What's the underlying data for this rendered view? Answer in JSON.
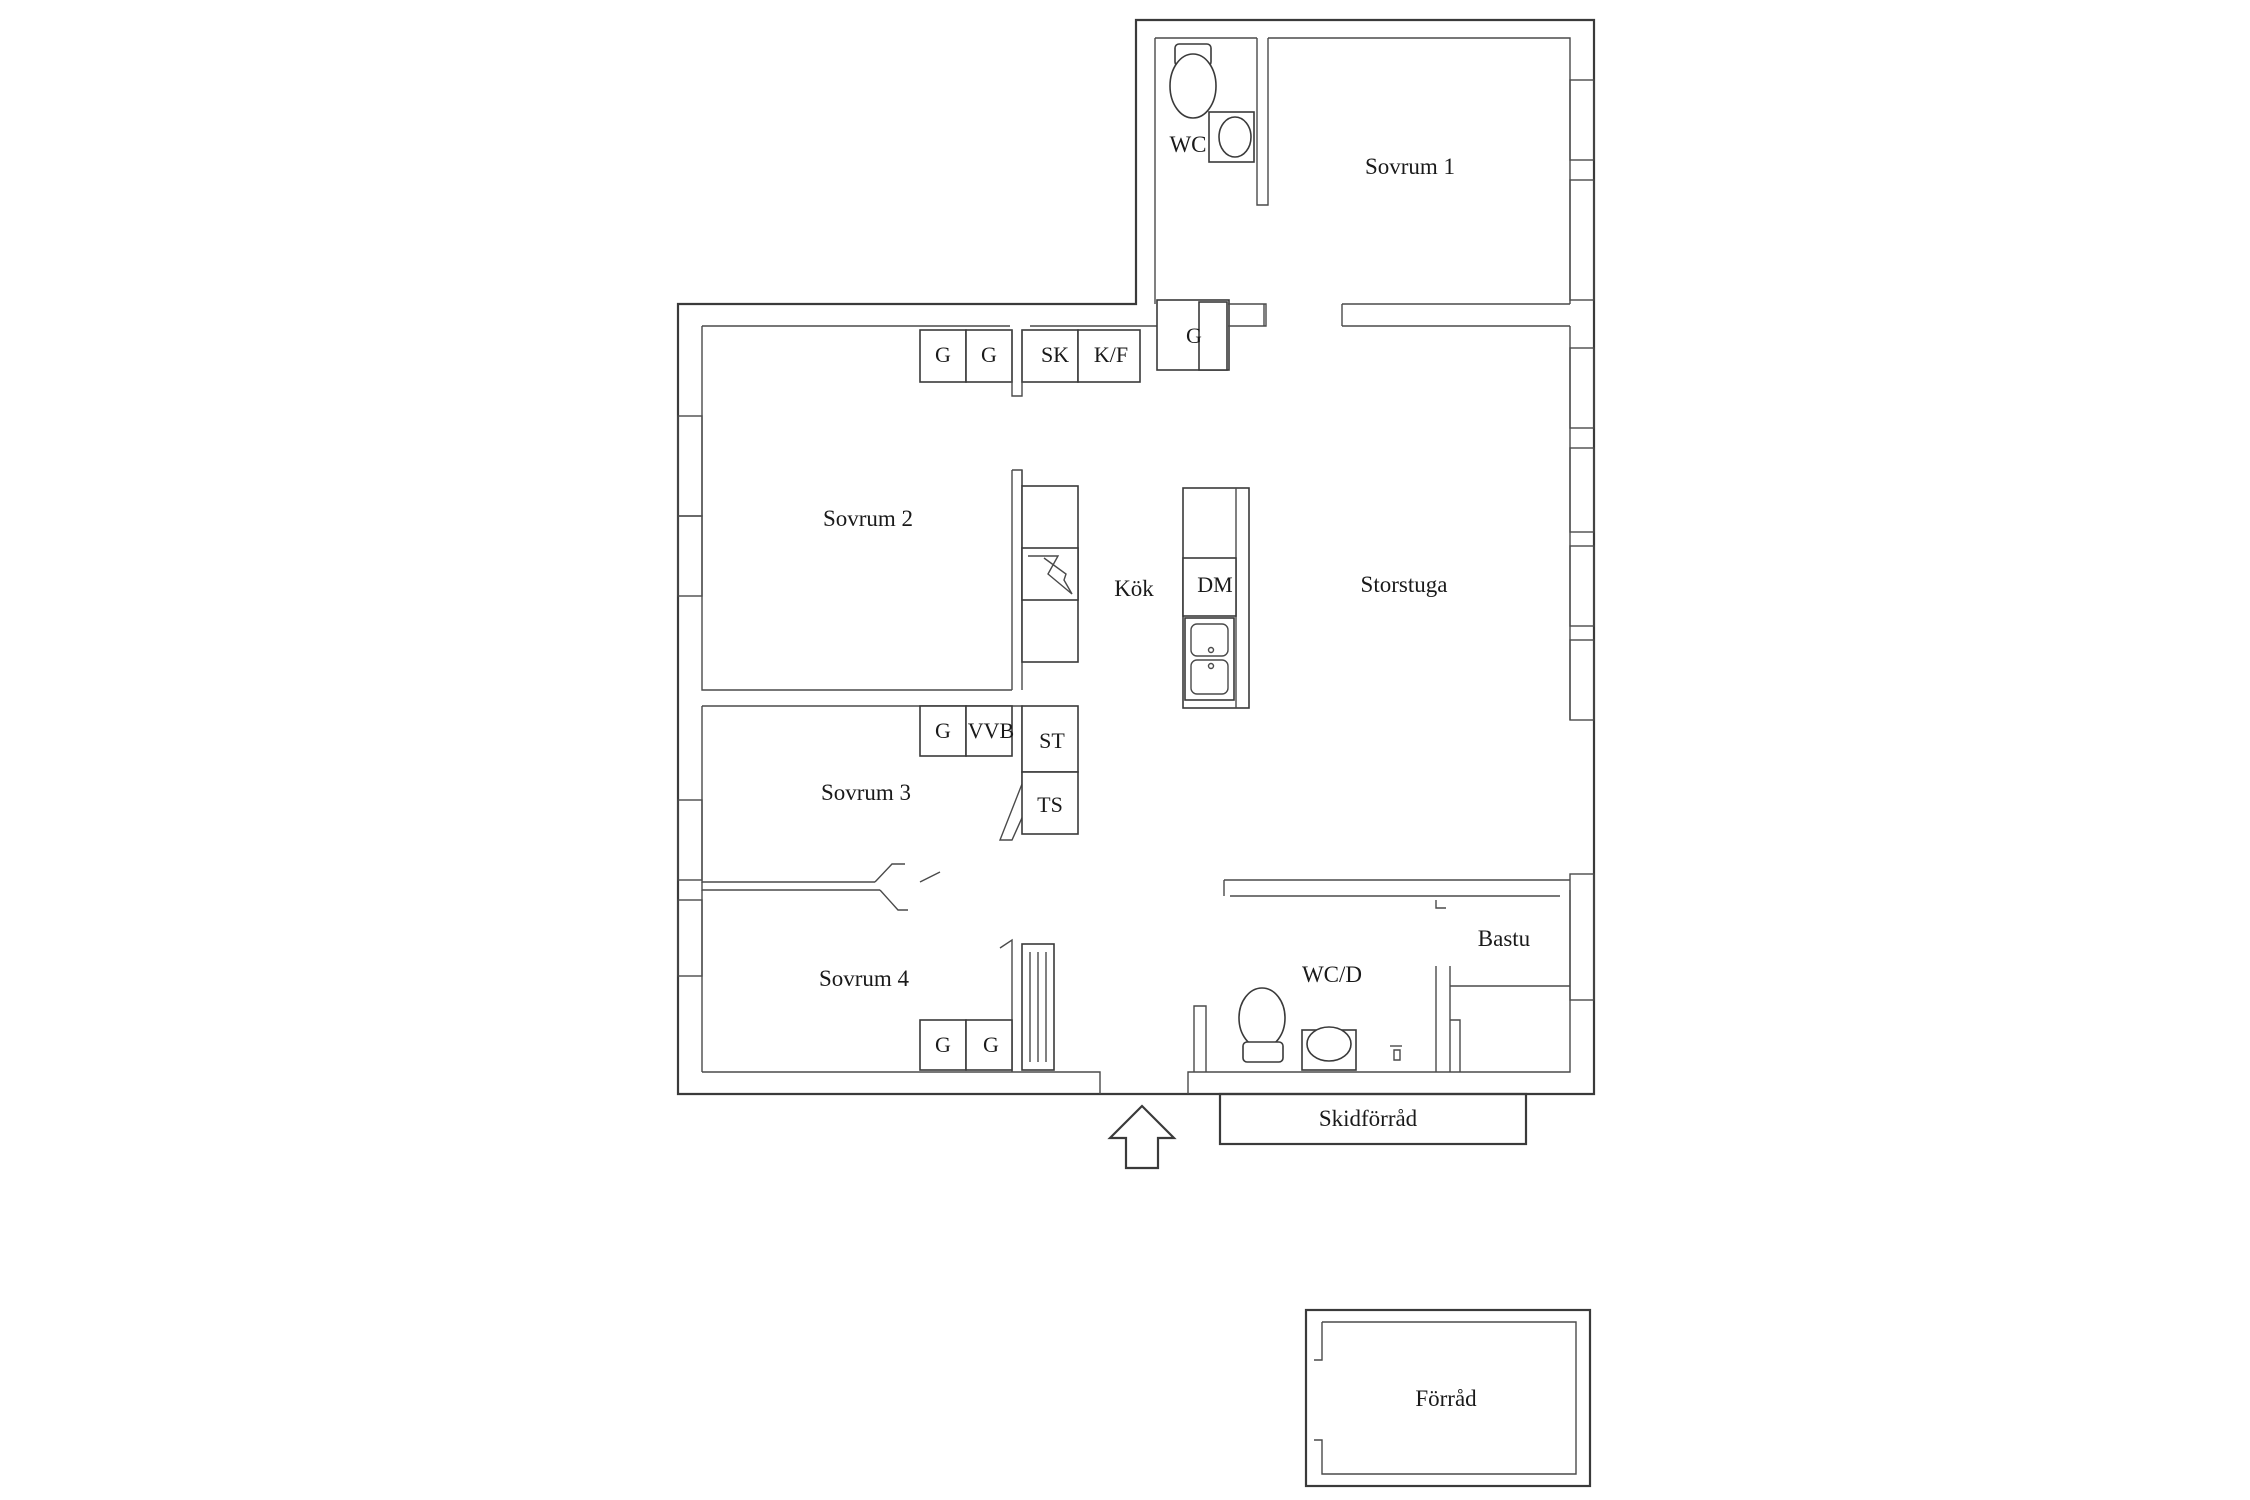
{
  "rooms": {
    "sovrum1": "Sovrum 1",
    "sovrum2": "Sovrum 2",
    "sovrum3": "Sovrum 3",
    "sovrum4": "Sovrum 4",
    "wc": "WC",
    "wcd": "WC/D",
    "kok": "Kök",
    "storstuga": "Storstuga",
    "bastu": "Bastu",
    "skidforrad": "Skidförråd",
    "forrad": "Förråd"
  },
  "fixtures": {
    "g": "G",
    "sk": "SK",
    "kf": "K/F",
    "vvb": "VVB",
    "st": "ST",
    "ts": "TS",
    "dm": "DM"
  }
}
